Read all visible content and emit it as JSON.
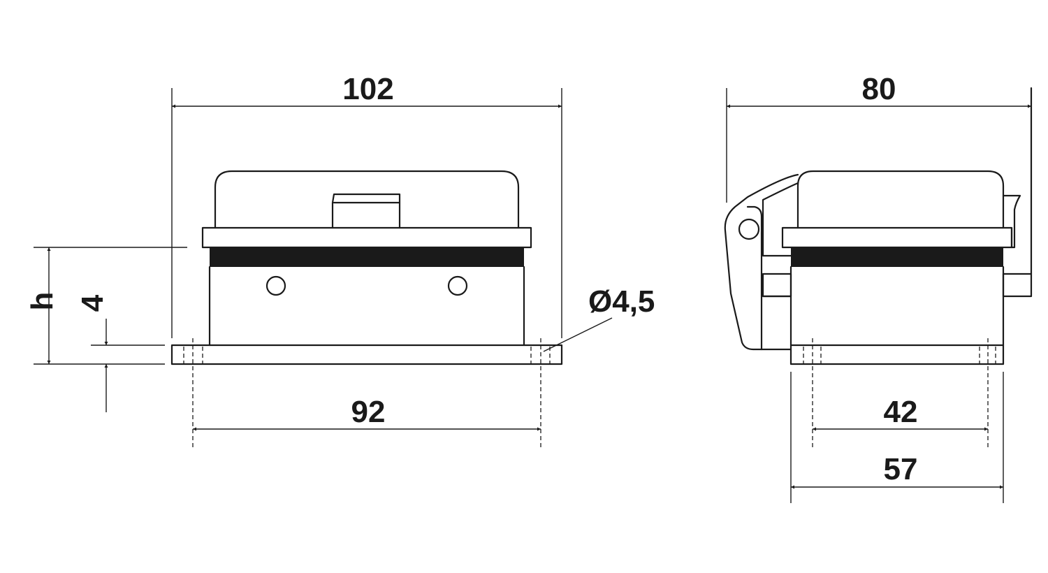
{
  "dimensions": {
    "front_width": "102",
    "front_hole_spacing": "92",
    "height": "h",
    "flange_thickness": "4",
    "hole_diameter": "Ø4,5",
    "side_width": "80",
    "side_hole_spacing": "42",
    "side_base_width": "57"
  }
}
